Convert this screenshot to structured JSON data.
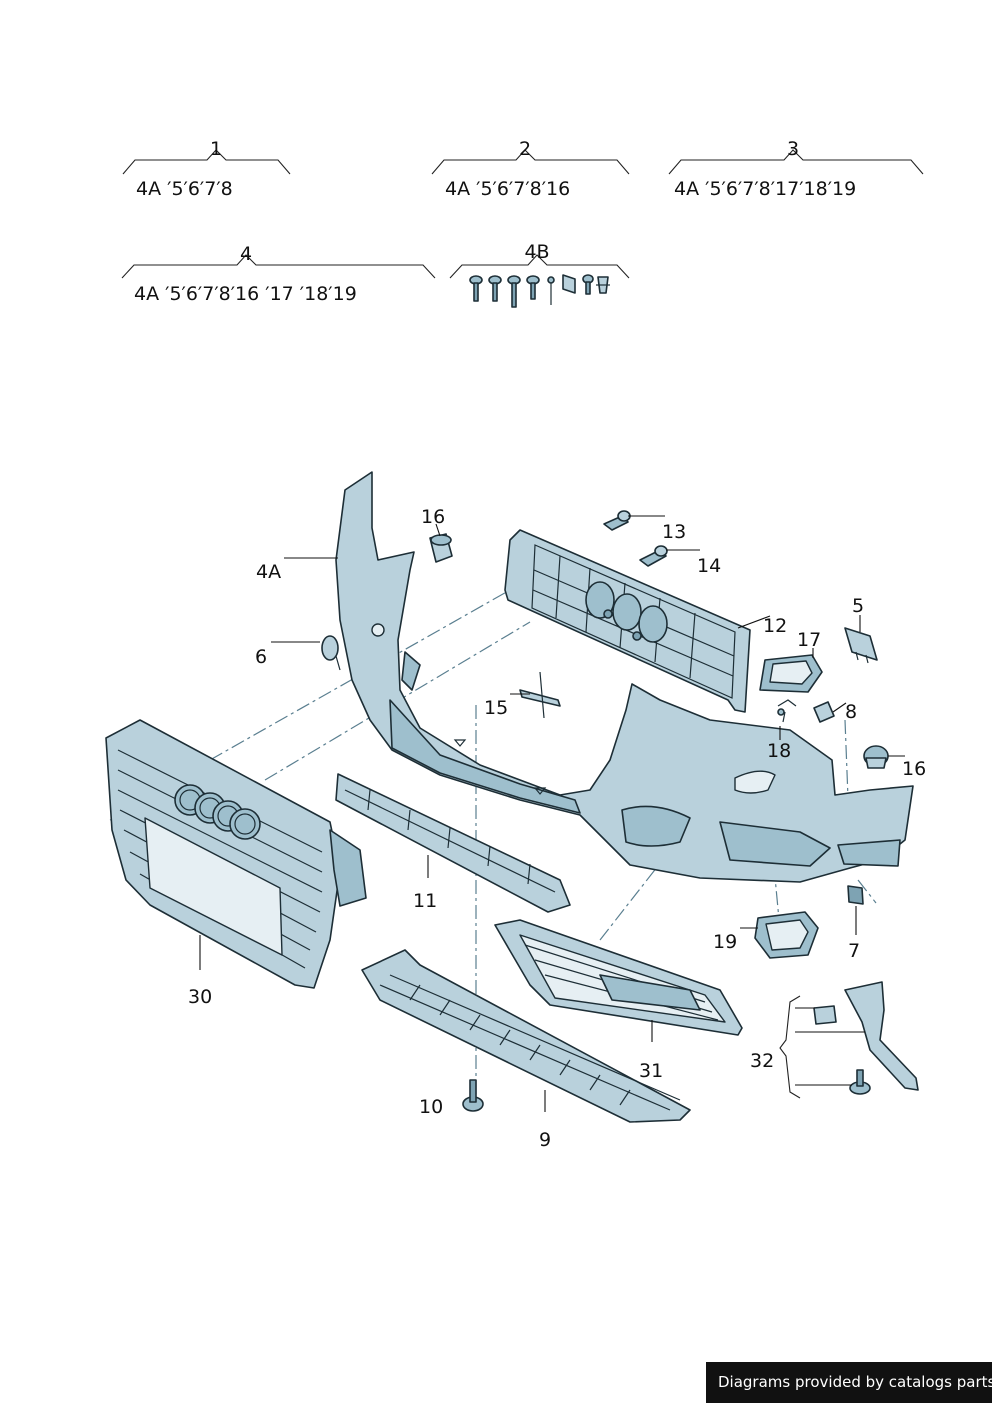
{
  "groups": [
    {
      "num": "1",
      "code": "4A  ′5′6′7′8"
    },
    {
      "num": "2",
      "code": "4A  ′5′6′7′8′16"
    },
    {
      "num": "3",
      "code": "4A  ′5′6′7′8′17′18′19"
    },
    {
      "num": "4",
      "code": "4A  ′5′6′7′8′16 ′17 ′18′19"
    },
    {
      "num": "4B",
      "code": ""
    }
  ],
  "callouts": {
    "c4a": "4A",
    "c16a": "16",
    "c13": "13",
    "c14": "14",
    "c12": "12",
    "c5": "5",
    "c17": "17",
    "c8": "8",
    "c18": "18",
    "c16b": "16",
    "c6": "6",
    "c15": "15",
    "c11": "11",
    "c30": "30",
    "c19": "19",
    "c7": "7",
    "c31": "31",
    "c32": "32",
    "c10": "10",
    "c9": "9"
  },
  "credit": "Diagrams provided by catalogs parts",
  "colors": {
    "part_fill": "#b9d1dc",
    "outline": "#1d2e36",
    "credit_bg": "#111111"
  }
}
